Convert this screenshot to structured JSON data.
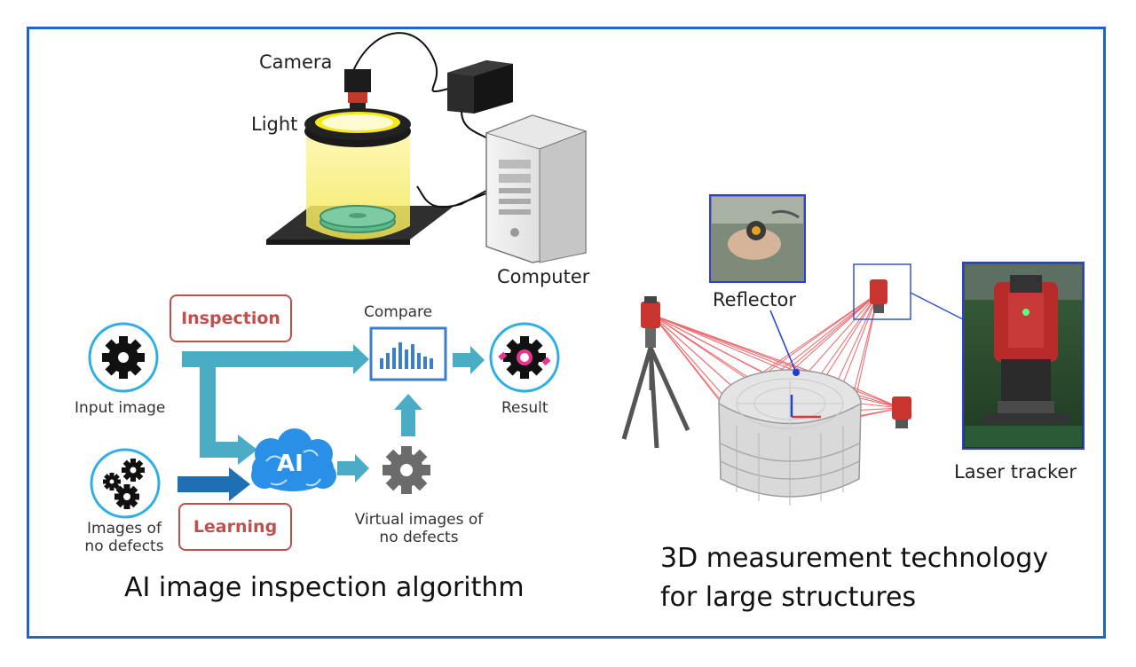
{
  "hardware": {
    "camera_label": "Camera",
    "light_label": "Light",
    "computer_label": "Computer"
  },
  "algorithm": {
    "inspection_label": "Inspection",
    "learning_label": "Learning",
    "compare_label": "Compare",
    "input_image_label": "Input image",
    "no_defects_label_line1": "Images of",
    "no_defects_label_line2": "no defects",
    "ai_label": "AI",
    "virtual_label_line1": "Virtual images of",
    "virtual_label_line2": "no defects",
    "result_label": "Result",
    "caption": "AI image inspection algorithm"
  },
  "measurement": {
    "reflector_label": "Reflector",
    "laser_tracker_label": "Laser tracker",
    "caption_line1": "3D measurement technology",
    "caption_line2": "for large structures"
  },
  "colors": {
    "frame": "#1b67c4",
    "arrow": "#4bacc6",
    "dark_arrow": "#1f6fb5",
    "pill_border": "#c0504d",
    "circle_border": "#2eaee6",
    "ray": "#e8333a"
  }
}
